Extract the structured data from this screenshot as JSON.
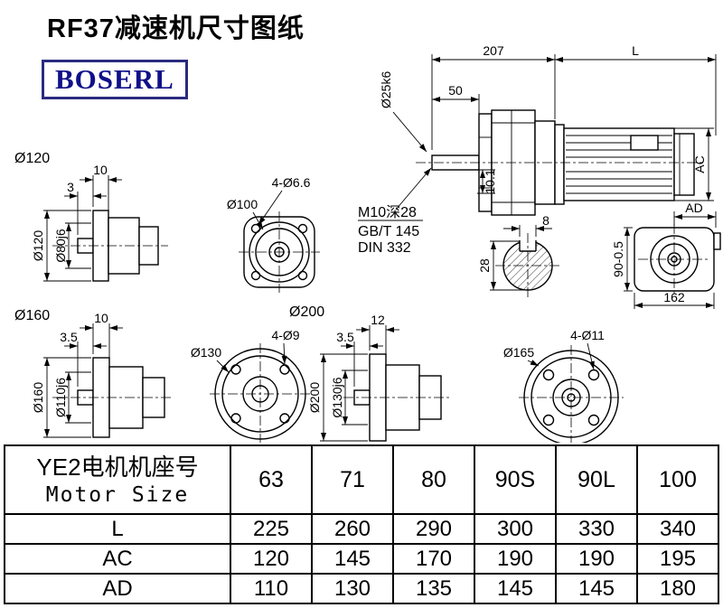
{
  "page": {
    "title": "RF37减速机尺寸图纸",
    "logo_text": "BOSERL"
  },
  "main_view": {
    "dim_207": "207",
    "dim_l": "L",
    "dim_50": "50",
    "shaft_dia": "Ø25k6",
    "dim_101": "10.1",
    "dim_ac": "AC",
    "thread_note": "M10深28",
    "std_note1": "GB/T 145",
    "std_note2": "DIN 332"
  },
  "shaft_section": {
    "key_width": "8",
    "dim_28": "28"
  },
  "ad_view": {
    "dim_ad": "AD",
    "dim_90": "90-0.5",
    "dim_162": "162"
  },
  "view120": {
    "title": "Ø120",
    "dim_10": "10",
    "dim_3": "3",
    "flange_dia": "Ø120",
    "spigot_dia": "Ø80j6"
  },
  "flange100": {
    "dia_label": "Ø100",
    "holes": "4-Ø6.6"
  },
  "view160": {
    "title": "Ø160",
    "dim_10": "10",
    "dim_35": "3.5",
    "flange_dia": "Ø160",
    "spigot_dia": "Ø110j6"
  },
  "flange130": {
    "dia_label": "Ø130",
    "holes": "4-Ø9"
  },
  "view200": {
    "title": "Ø200",
    "dim_12": "12",
    "dim_35": "3.5",
    "flange_dia": "Ø200",
    "spigot_dia": "Ø130j6"
  },
  "flange165": {
    "dia_label": "Ø165",
    "holes": "4-Ø11"
  },
  "table": {
    "header_cn": "YE2电机机座号",
    "header_en": "Motor Size",
    "sizes": [
      "63",
      "71",
      "80",
      "90S",
      "90L",
      "100"
    ],
    "rows": [
      {
        "label": "L",
        "values": [
          "225",
          "260",
          "290",
          "300",
          "330",
          "340"
        ]
      },
      {
        "label": "AC",
        "values": [
          "120",
          "145",
          "170",
          "190",
          "190",
          "195"
        ]
      },
      {
        "label": "AD",
        "values": [
          "110",
          "130",
          "135",
          "145",
          "145",
          "180"
        ]
      }
    ]
  }
}
